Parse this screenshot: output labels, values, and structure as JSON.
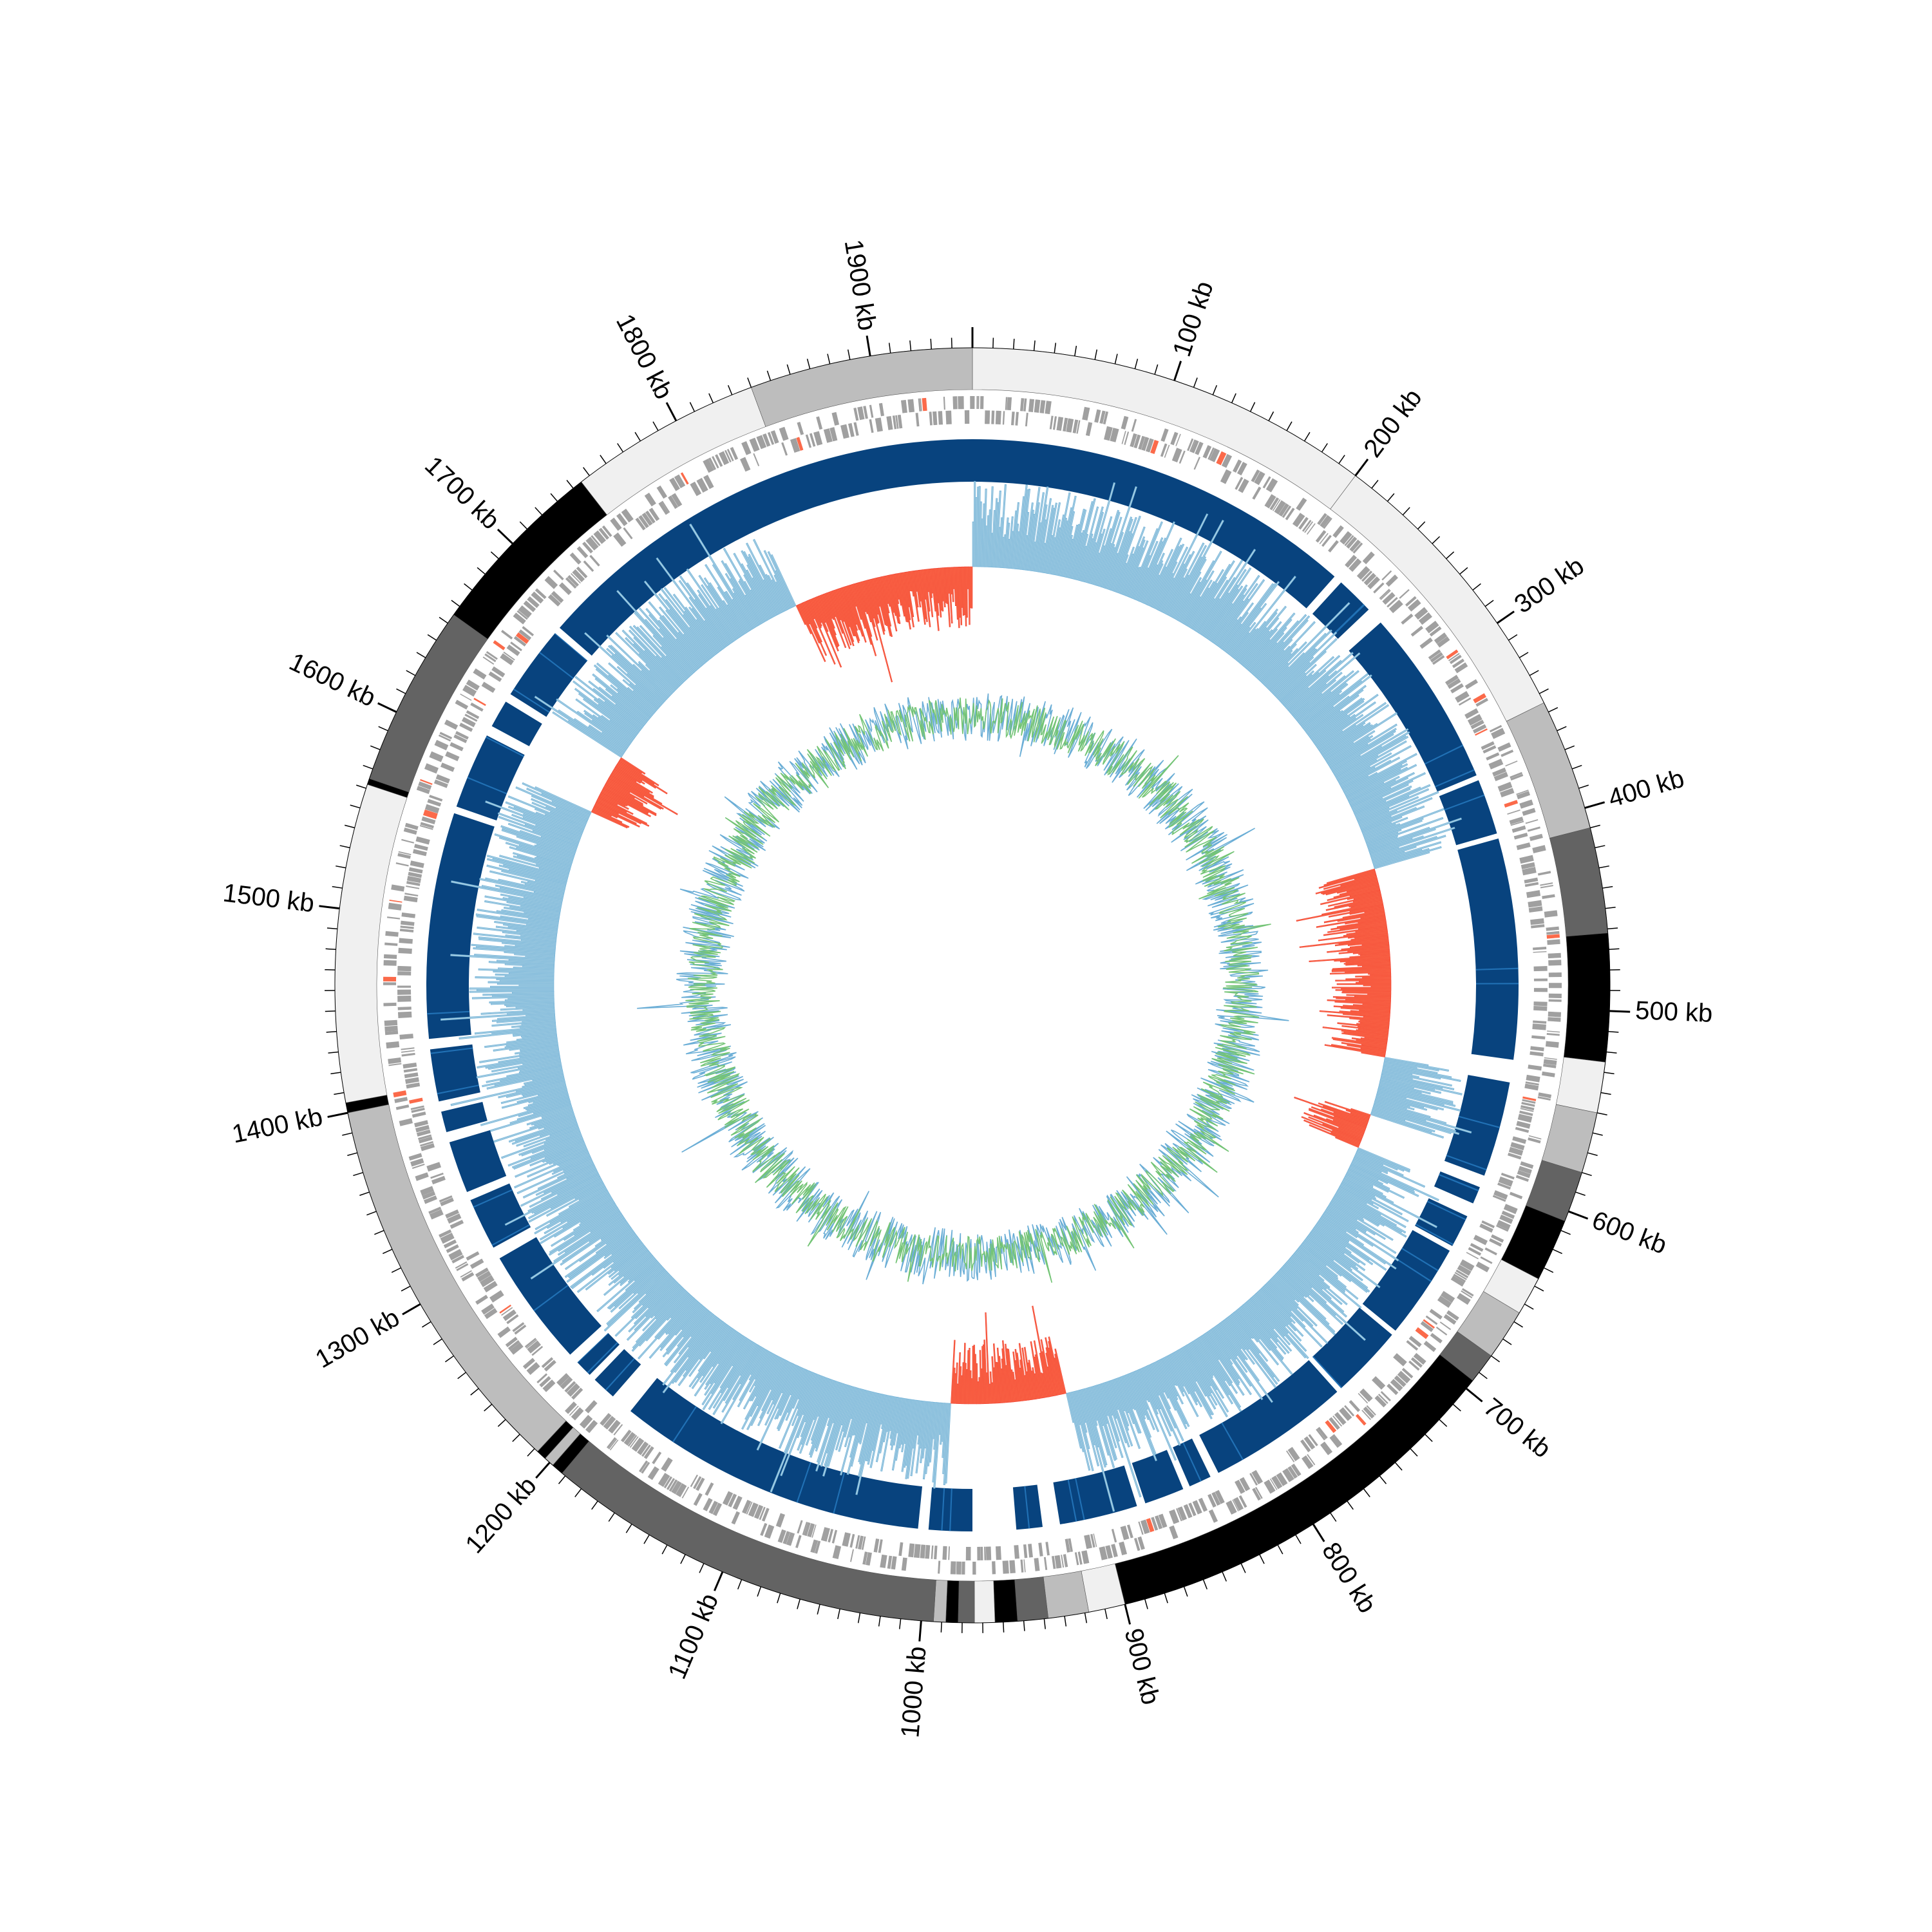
{
  "chart_data": {
    "type": "circular-genome",
    "genome_length_kb": 1950,
    "axis": {
      "unit": "kb",
      "major_tick_step_kb": 100,
      "minor_tick_step_kb": 10,
      "tick_labels": [
        "100 kb",
        "200 kb",
        "300 kb",
        "400 kb",
        "500 kb",
        "600 kb",
        "700 kb",
        "800 kb",
        "900 kb",
        "1000 kb",
        "1100 kb",
        "1200 kb",
        "1300 kb",
        "1400 kb",
        "1500 kb",
        "1600 kb",
        "1700 kb",
        "1800 kb",
        "1900 kb"
      ]
    },
    "contig_track": {
      "segments": [
        {
          "start": 0,
          "end": 200,
          "shade": "#f0f0f0"
        },
        {
          "start": 200,
          "end": 345,
          "shade": "#f0f0f0"
        },
        {
          "start": 345,
          "end": 410,
          "shade": "#bdbdbd"
        },
        {
          "start": 410,
          "end": 462,
          "shade": "#636363"
        },
        {
          "start": 462,
          "end": 525,
          "shade": "#000000"
        },
        {
          "start": 525,
          "end": 550,
          "shade": "#f0f0f0"
        },
        {
          "start": 550,
          "end": 580,
          "shade": "#bdbdbd"
        },
        {
          "start": 580,
          "end": 605,
          "shade": "#636363"
        },
        {
          "start": 605,
          "end": 636,
          "shade": "#000000"
        },
        {
          "start": 636,
          "end": 655,
          "shade": "#f0f0f0"
        },
        {
          "start": 655,
          "end": 680,
          "shade": "#bdbdbd"
        },
        {
          "start": 680,
          "end": 695,
          "shade": "#636363"
        },
        {
          "start": 695,
          "end": 900,
          "shade": "#000000"
        },
        {
          "start": 900,
          "end": 918,
          "shade": "#f0f0f0"
        },
        {
          "start": 918,
          "end": 938,
          "shade": "#bdbdbd"
        },
        {
          "start": 938,
          "end": 953,
          "shade": "#636363"
        },
        {
          "start": 953,
          "end": 964,
          "shade": "#000000"
        },
        {
          "start": 964,
          "end": 974,
          "shade": "#f0f0f0"
        },
        {
          "start": 974,
          "end": 982,
          "shade": "#636363"
        },
        {
          "start": 982,
          "end": 988,
          "shade": "#000000"
        },
        {
          "start": 988,
          "end": 994,
          "shade": "#bdbdbd"
        },
        {
          "start": 994,
          "end": 1192,
          "shade": "#636363"
        },
        {
          "start": 1192,
          "end": 1198,
          "shade": "#000000"
        },
        {
          "start": 1198,
          "end": 1203,
          "shade": "#bdbdbd"
        },
        {
          "start": 1203,
          "end": 1208,
          "shade": "#000000"
        },
        {
          "start": 1208,
          "end": 1400,
          "shade": "#bdbdbd"
        },
        {
          "start": 1400,
          "end": 1405,
          "shade": "#000000"
        },
        {
          "start": 1405,
          "end": 1562,
          "shade": "#f0f0f0"
        },
        {
          "start": 1562,
          "end": 1565,
          "shade": "#000000"
        },
        {
          "start": 1565,
          "end": 1655,
          "shade": "#636363"
        },
        {
          "start": 1655,
          "end": 1745,
          "shade": "#000000"
        },
        {
          "start": 1745,
          "end": 1840,
          "shade": "#f0f0f0"
        },
        {
          "start": 1840,
          "end": 1950,
          "shade": "#bdbdbd"
        }
      ]
    },
    "blocks_track": {
      "color": "#08437e",
      "highlight_color": "#2171b5",
      "blocks": [
        [
          0,
          225
        ],
        [
          230,
          252
        ],
        [
          262,
          365
        ],
        [
          368,
          400
        ],
        [
          403,
          530
        ],
        [
          543,
          598
        ],
        [
          605,
          615
        ],
        [
          623,
          642
        ],
        [
          645,
          700
        ],
        [
          703,
          745
        ],
        [
          748,
          830
        ],
        [
          835,
          848
        ],
        [
          852,
          875
        ],
        [
          880,
          925
        ],
        [
          935,
          950
        ],
        [
          975,
          1000
        ],
        [
          1006,
          1185
        ],
        [
          1198,
          1212
        ],
        [
          1216,
          1226
        ],
        [
          1232,
          1300
        ],
        [
          1307,
          1337
        ],
        [
          1342,
          1372
        ],
        [
          1378,
          1390
        ],
        [
          1396,
          1426
        ],
        [
          1432,
          1562
        ],
        [
          1566,
          1610
        ],
        [
          1616,
          1632
        ],
        [
          1637,
          1680
        ],
        [
          1684,
          1950
        ]
      ]
    },
    "ring_plot": {
      "positive_color": "#9ecae1",
      "negative_color": "#fb6a4a"
    },
    "inner_plot": {
      "series_colors": [
        "#6baed6",
        "#74c476"
      ]
    }
  }
}
